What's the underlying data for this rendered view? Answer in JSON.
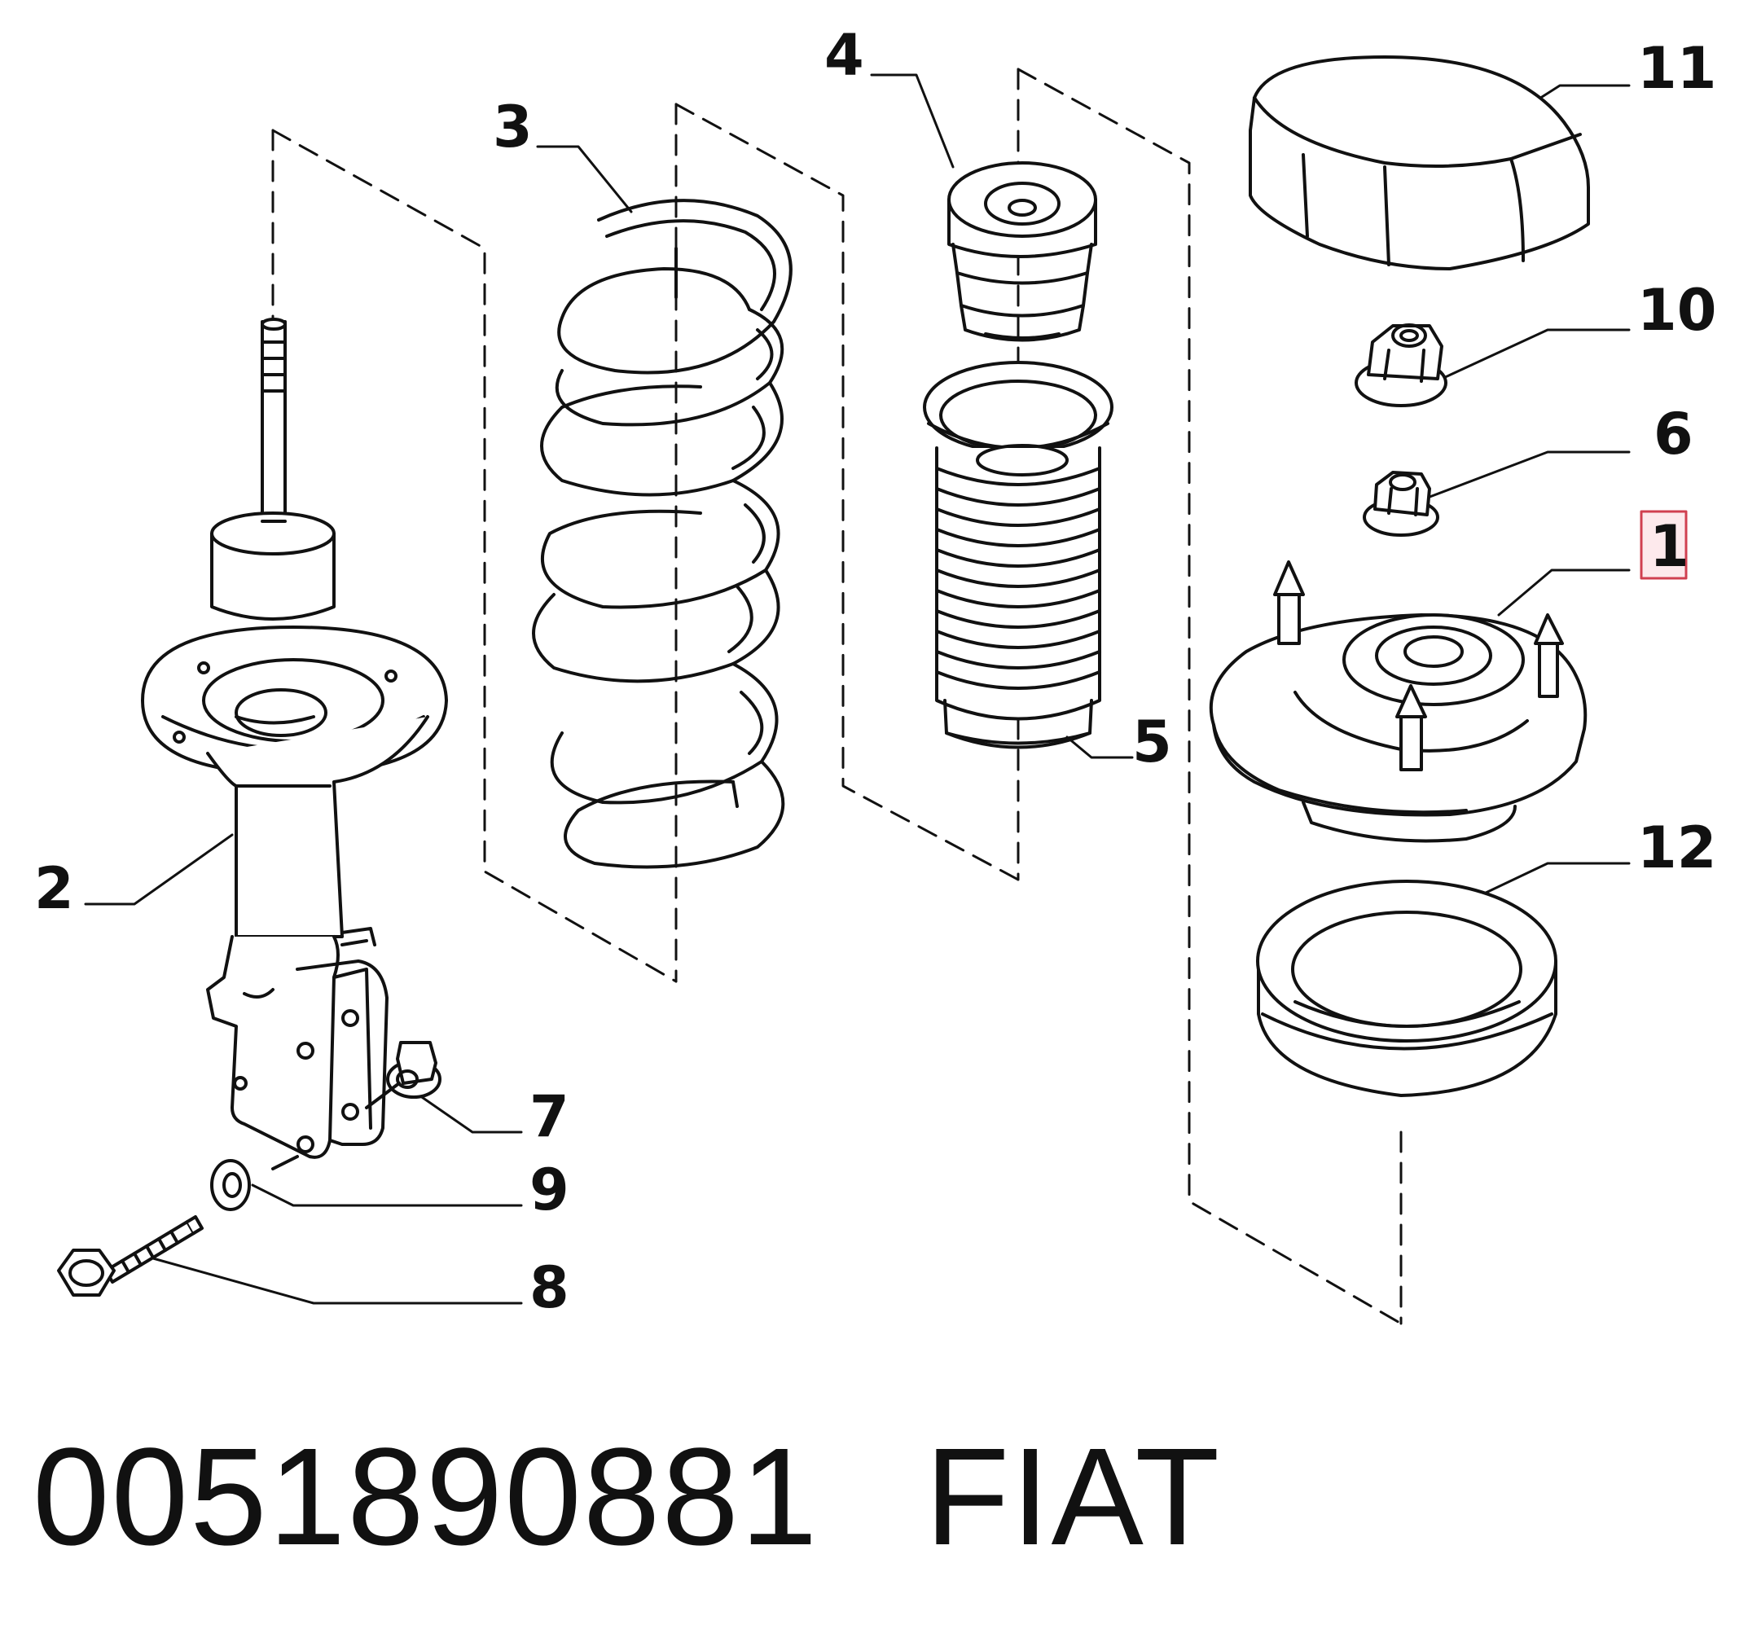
{
  "diagram": {
    "part_labels": {
      "p1": "1",
      "p2": "2",
      "p3": "3",
      "p4": "4",
      "p5": "5",
      "p6": "6",
      "p7": "7",
      "p8": "8",
      "p9": "9",
      "p10": "10",
      "p11": "11",
      "p12": "12"
    },
    "highlighted_part": "1",
    "highlight_color": "#d04050"
  },
  "footer": {
    "part_number": "0051890881",
    "brand": "FIAT"
  }
}
